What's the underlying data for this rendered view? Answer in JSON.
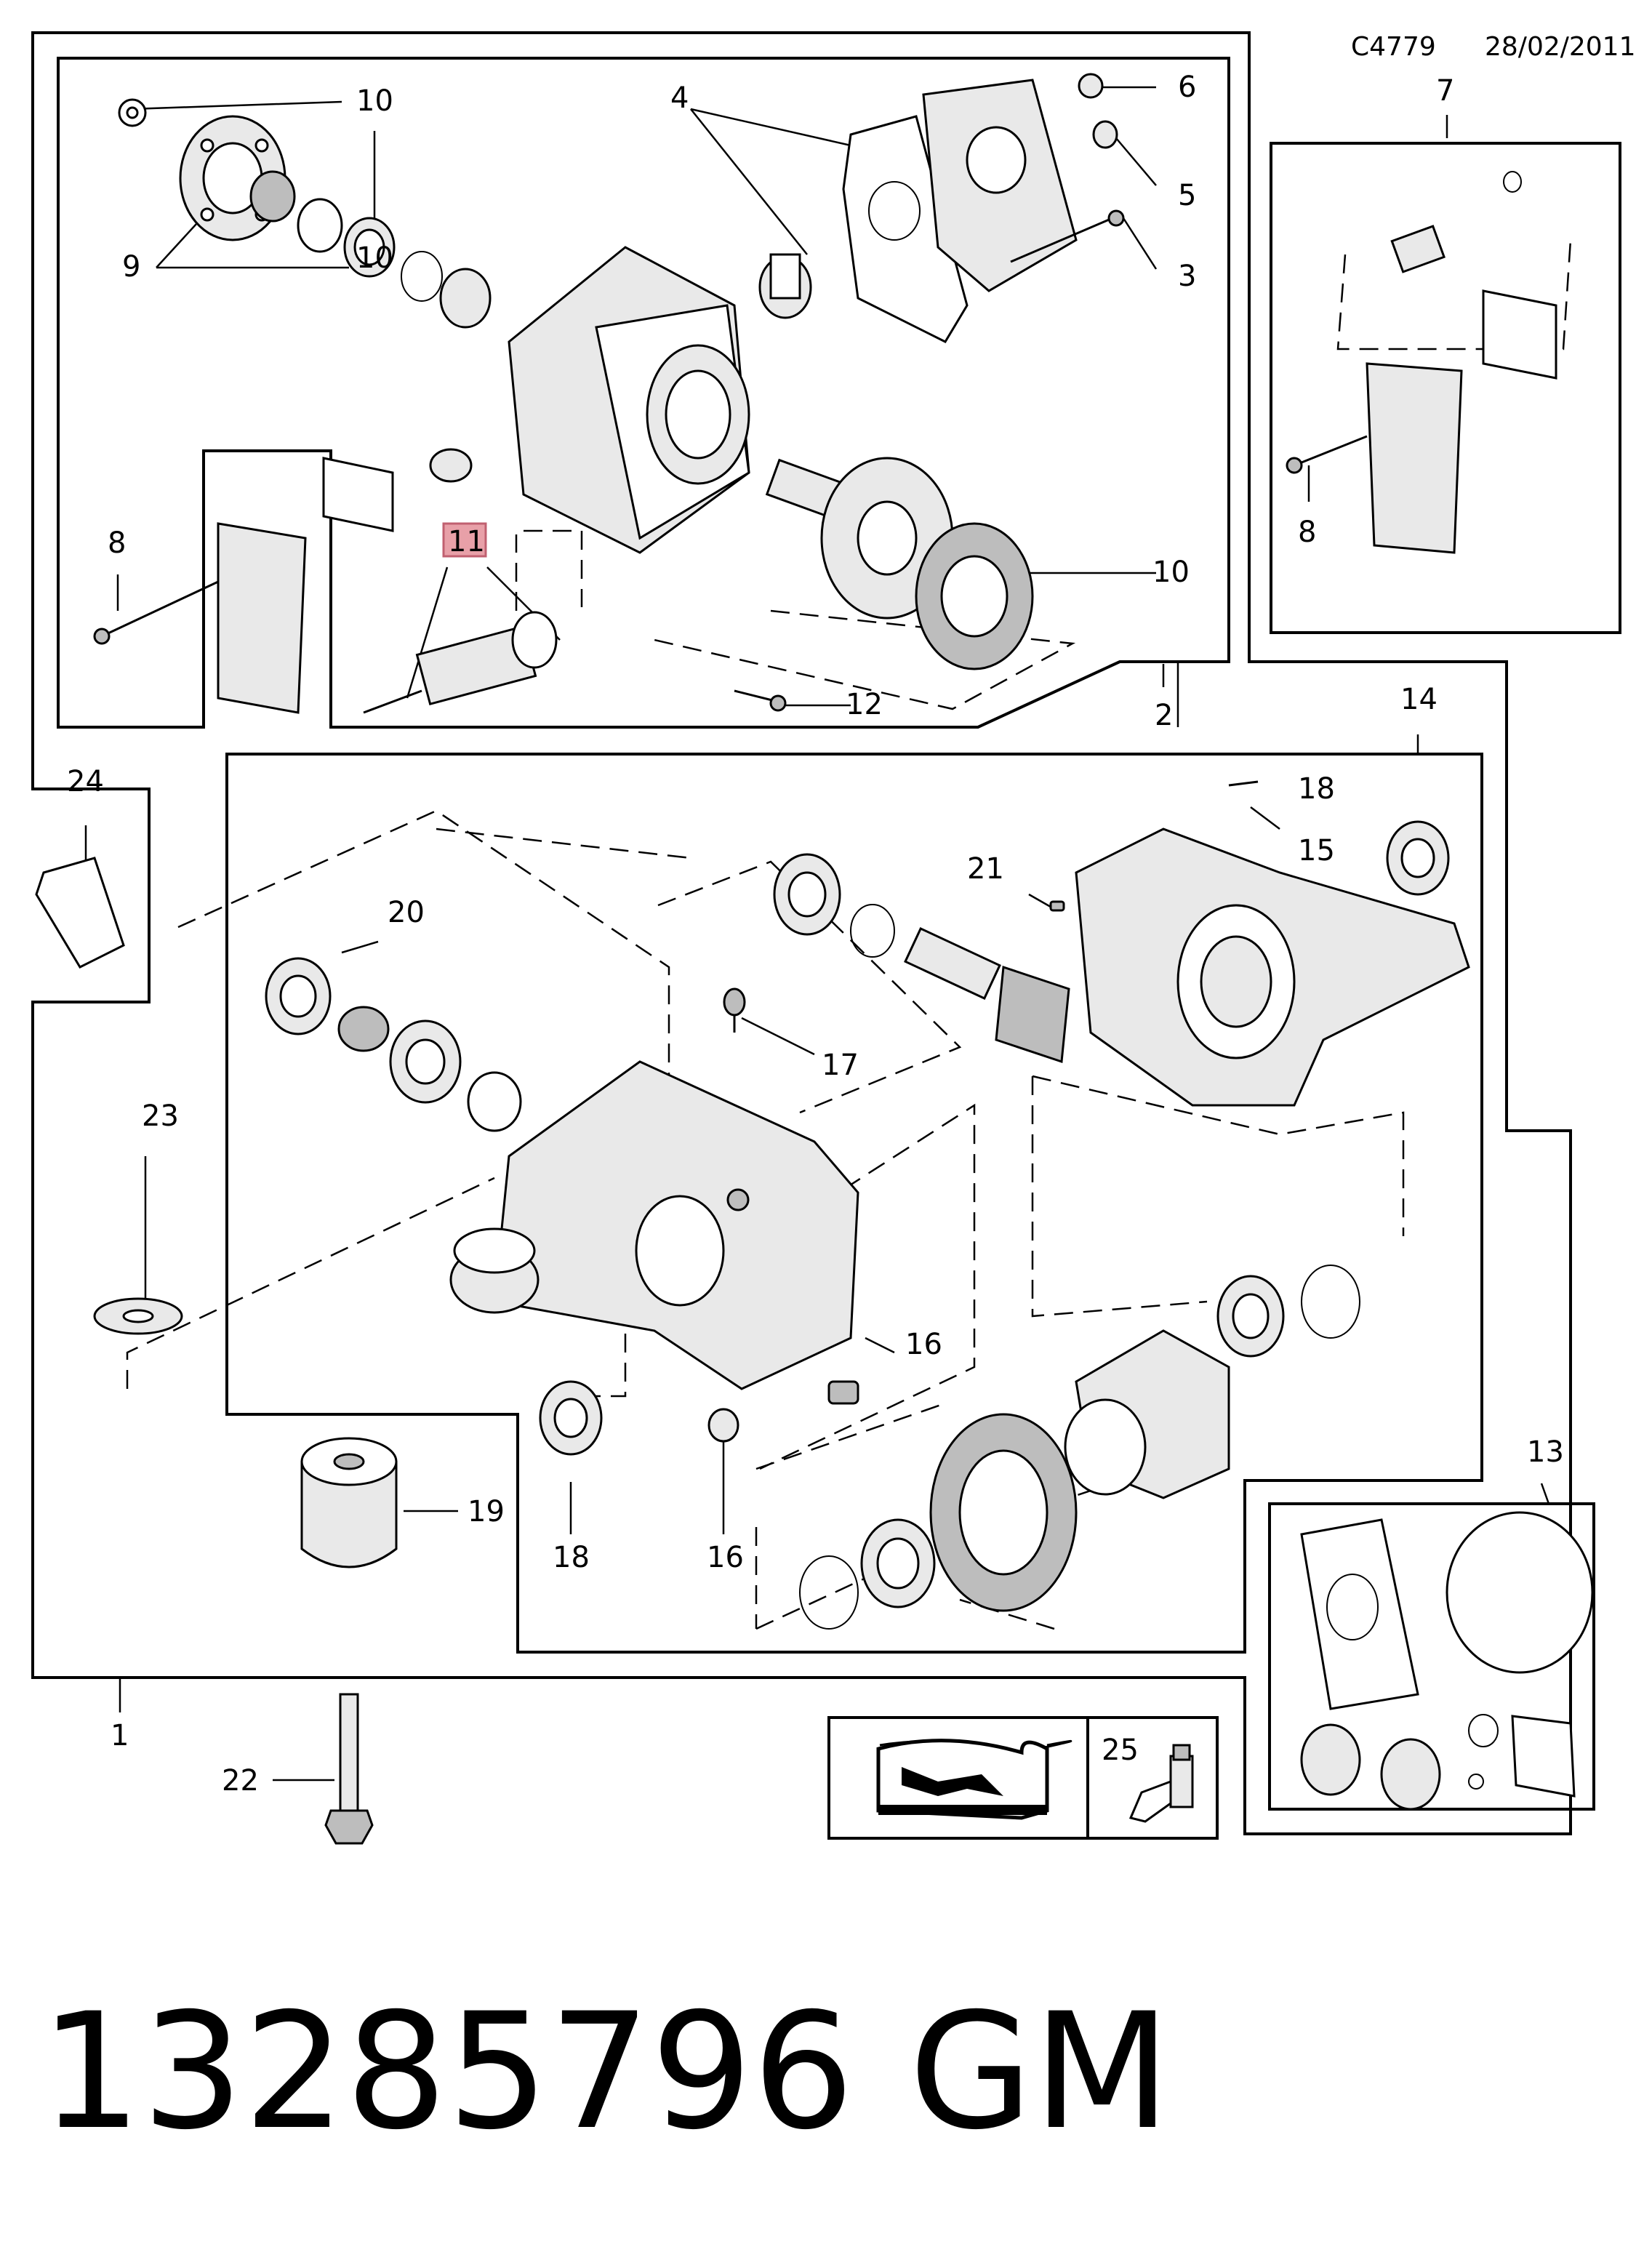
{
  "header": {
    "diagram_code": "C4779",
    "date": "28/02/2011"
  },
  "callouts": {
    "c1": "1",
    "c2": "2",
    "c3": "3",
    "c4": "4",
    "c5": "5",
    "c6": "6",
    "c7": "7",
    "c8a": "8",
    "c8b": "8",
    "c9": "9",
    "c10a": "10",
    "c10b": "10",
    "c10c": "10",
    "c11": "11",
    "c12": "12",
    "c13": "13",
    "c14": "14",
    "c15": "15",
    "c16a": "16",
    "c16b": "16",
    "c17": "17",
    "c18a": "18",
    "c18b": "18",
    "c19": "19",
    "c20": "20",
    "c21": "21",
    "c22": "22",
    "c23": "23",
    "c24": "24",
    "c25": "25"
  },
  "highlight_color": "#e8a0a8",
  "icons": [
    "service-manual-book-icon",
    "lubricant-applicator-icon"
  ],
  "footer": {
    "part_number": "13285796",
    "brand": "GM"
  }
}
